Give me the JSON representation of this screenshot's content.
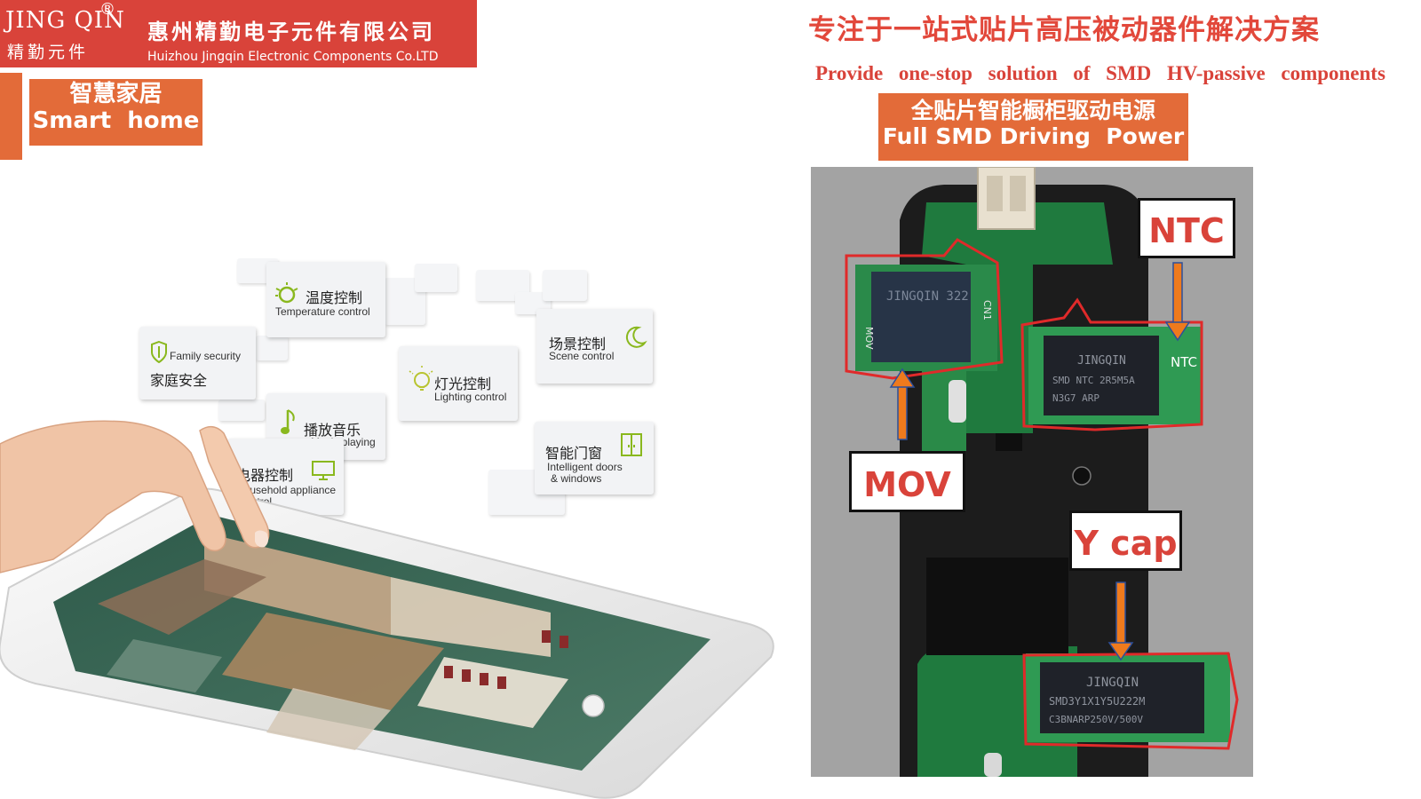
{
  "header": {
    "logo_latin": "JING QIN",
    "logo_reg": "®",
    "logo_cn": "精勤元件",
    "company_cn": "惠州精勤电子元件有限公司",
    "company_en": "Huizhou Jingqin Electronic Components Co.LTD"
  },
  "headline": {
    "cn": "专注于一站式贴片高压被动器件解决方案",
    "en_words": [
      "Provide",
      "one-stop",
      "solution",
      "of",
      "SMD",
      "HV-passive",
      "components"
    ]
  },
  "left_badge": {
    "line1": "智慧家居",
    "line2": "Smart  home"
  },
  "right_badge": {
    "line1": "全贴片智能橱柜驱动电源",
    "line2": "Full SMD Driving  Power"
  },
  "cards": {
    "temperature": {
      "cn": "温度控制",
      "en": "Temperature control",
      "icon": "sun-icon"
    },
    "security": {
      "cn": "家庭安全",
      "en": "Family security",
      "icon": "shield-icon"
    },
    "scene": {
      "cn": "场景控制",
      "en": "Scene control",
      "icon": "moon-icon"
    },
    "lighting": {
      "cn": "灯光控制",
      "en": "Lighting control",
      "icon": "bulb-icon"
    },
    "music": {
      "cn": "播放音乐",
      "en": "Music playing",
      "icon": "music-note-icon"
    },
    "doors": {
      "cn": "智能门窗",
      "en1": "Intelligent doors",
      "en2": "& windows",
      "icon": "door-icon"
    },
    "appliance": {
      "cn": "电器控制",
      "en1": "Household appliance",
      "en2": "control",
      "icon": "monitor-icon"
    }
  },
  "pcb_labels": {
    "ntc": "NTC",
    "mov": "MOV",
    "ycap": "Y cap"
  },
  "pcb_text": {
    "mov_chip": "JINGQIN 322",
    "ntc_chip_1": "JINGQIN",
    "ntc_chip_2": "SMD NTC 2R5M5A",
    "ntc_chip_3": "N3G7     ARP",
    "ycap_chip_1": "JINGQIN",
    "ycap_chip_2": "SMD3Y1X1Y5U222M",
    "ycap_chip_3": "C3BNARP250V/500V",
    "silk_mov": "MOV",
    "silk_ntc": "NTC",
    "silk_cn1": "CN1"
  },
  "colors": {
    "brand_red": "#d9433a",
    "accent_orange": "#e36b39",
    "pcb_green": "#1f7a3e",
    "highlight_red": "#e02a2a"
  }
}
